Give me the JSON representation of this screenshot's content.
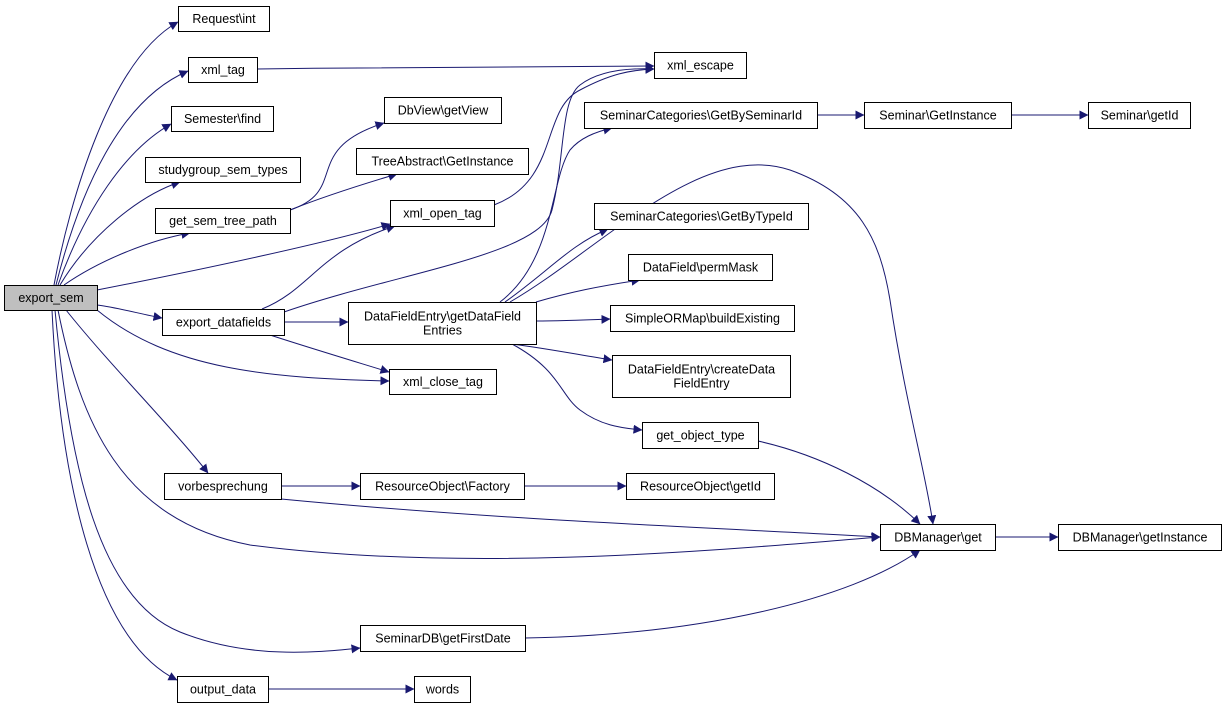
{
  "colors": {
    "edge": "#191970",
    "node_border": "#000000",
    "root_fill": "#bfbfbf",
    "node_fill": "#ffffff"
  },
  "nodes": [
    {
      "id": "export_sem",
      "lines": [
        "export_sem"
      ],
      "root": true
    },
    {
      "id": "request_int",
      "lines": [
        "Request\\int"
      ]
    },
    {
      "id": "xml_tag",
      "lines": [
        "xml_tag"
      ]
    },
    {
      "id": "semester_find",
      "lines": [
        "Semester\\find"
      ]
    },
    {
      "id": "studygroup_sem_types",
      "lines": [
        "studygroup_sem_types"
      ]
    },
    {
      "id": "get_sem_tree_path",
      "lines": [
        "get_sem_tree_path"
      ]
    },
    {
      "id": "dbview_getview",
      "lines": [
        "DbView\\getView"
      ]
    },
    {
      "id": "treeabstract_getinstance",
      "lines": [
        "TreeAbstract\\GetInstance"
      ]
    },
    {
      "id": "xml_open_tag",
      "lines": [
        "xml_open_tag"
      ]
    },
    {
      "id": "xml_escape",
      "lines": [
        "xml_escape"
      ]
    },
    {
      "id": "seminarcategories_getbyseminarid",
      "lines": [
        "SeminarCategories\\GetBySeminarId"
      ]
    },
    {
      "id": "seminar_getinstance",
      "lines": [
        "Seminar\\GetInstance"
      ]
    },
    {
      "id": "seminar_getid",
      "lines": [
        "Seminar\\getId"
      ]
    },
    {
      "id": "seminarcategories_getbytypeid",
      "lines": [
        "SeminarCategories\\GetByTypeId"
      ]
    },
    {
      "id": "datafield_permmask",
      "lines": [
        "DataField\\permMask"
      ]
    },
    {
      "id": "export_datafields",
      "lines": [
        "export_datafields"
      ]
    },
    {
      "id": "datafieldentry_getdatafieldentries",
      "lines": [
        "DataFieldEntry\\getDataField",
        "Entries"
      ]
    },
    {
      "id": "simpleormap_buildexisting",
      "lines": [
        "SimpleORMap\\buildExisting"
      ]
    },
    {
      "id": "datafieldentry_createdatafieldentry",
      "lines": [
        "DataFieldEntry\\createData",
        "FieldEntry"
      ]
    },
    {
      "id": "xml_close_tag",
      "lines": [
        "xml_close_tag"
      ]
    },
    {
      "id": "get_object_type",
      "lines": [
        "get_object_type"
      ]
    },
    {
      "id": "vorbesprechung",
      "lines": [
        "vorbesprechung"
      ]
    },
    {
      "id": "resourceobject_factory",
      "lines": [
        "ResourceObject\\Factory"
      ]
    },
    {
      "id": "resourceobject_getid",
      "lines": [
        "ResourceObject\\getId"
      ]
    },
    {
      "id": "dbmanager_get",
      "lines": [
        "DBManager\\get"
      ]
    },
    {
      "id": "dbmanager_getinstance",
      "lines": [
        "DBManager\\getInstance"
      ]
    },
    {
      "id": "seminardb_getfirstdate",
      "lines": [
        "SeminarDB\\getFirstDate"
      ]
    },
    {
      "id": "output_data",
      "lines": [
        "output_data"
      ]
    },
    {
      "id": "words",
      "lines": [
        "words"
      ]
    }
  ],
  "edges": [
    {
      "from": "export_sem",
      "to": "request_int"
    },
    {
      "from": "export_sem",
      "to": "xml_tag"
    },
    {
      "from": "export_sem",
      "to": "semester_find"
    },
    {
      "from": "export_sem",
      "to": "studygroup_sem_types"
    },
    {
      "from": "export_sem",
      "to": "get_sem_tree_path"
    },
    {
      "from": "export_sem",
      "to": "xml_open_tag"
    },
    {
      "from": "export_sem",
      "to": "export_datafields"
    },
    {
      "from": "export_sem",
      "to": "xml_close_tag"
    },
    {
      "from": "export_sem",
      "to": "vorbesprechung"
    },
    {
      "from": "export_sem",
      "to": "dbmanager_get"
    },
    {
      "from": "export_sem",
      "to": "seminardb_getfirstdate"
    },
    {
      "from": "export_sem",
      "to": "output_data"
    },
    {
      "from": "xml_tag",
      "to": "xml_escape"
    },
    {
      "from": "get_sem_tree_path",
      "to": "dbview_getview"
    },
    {
      "from": "get_sem_tree_path",
      "to": "treeabstract_getinstance"
    },
    {
      "from": "xml_open_tag",
      "to": "xml_escape"
    },
    {
      "from": "export_datafields",
      "to": "xml_open_tag"
    },
    {
      "from": "export_datafields",
      "to": "xml_escape"
    },
    {
      "from": "export_datafields",
      "to": "datafieldentry_getdatafieldentries"
    },
    {
      "from": "export_datafields",
      "to": "xml_close_tag"
    },
    {
      "from": "datafieldentry_getdatafieldentries",
      "to": "seminarcategories_getbyseminarid"
    },
    {
      "from": "datafieldentry_getdatafieldentries",
      "to": "dbmanager_get"
    },
    {
      "from": "datafieldentry_getdatafieldentries",
      "to": "seminarcategories_getbytypeid"
    },
    {
      "from": "datafieldentry_getdatafieldentries",
      "to": "datafield_permmask"
    },
    {
      "from": "datafieldentry_getdatafieldentries",
      "to": "simpleormap_buildexisting"
    },
    {
      "from": "datafieldentry_getdatafieldentries",
      "to": "datafieldentry_createdatafieldentry"
    },
    {
      "from": "datafieldentry_getdatafieldentries",
      "to": "get_object_type"
    },
    {
      "from": "seminarcategories_getbyseminarid",
      "to": "seminar_getinstance"
    },
    {
      "from": "seminar_getinstance",
      "to": "seminar_getid"
    },
    {
      "from": "get_object_type",
      "to": "dbmanager_get"
    },
    {
      "from": "vorbesprechung",
      "to": "resourceobject_factory"
    },
    {
      "from": "vorbesprechung",
      "to": "dbmanager_get"
    },
    {
      "from": "resourceobject_factory",
      "to": "resourceobject_getid"
    },
    {
      "from": "dbmanager_get",
      "to": "dbmanager_getinstance"
    },
    {
      "from": "seminardb_getfirstdate",
      "to": "dbmanager_get"
    },
    {
      "from": "output_data",
      "to": "words"
    }
  ]
}
